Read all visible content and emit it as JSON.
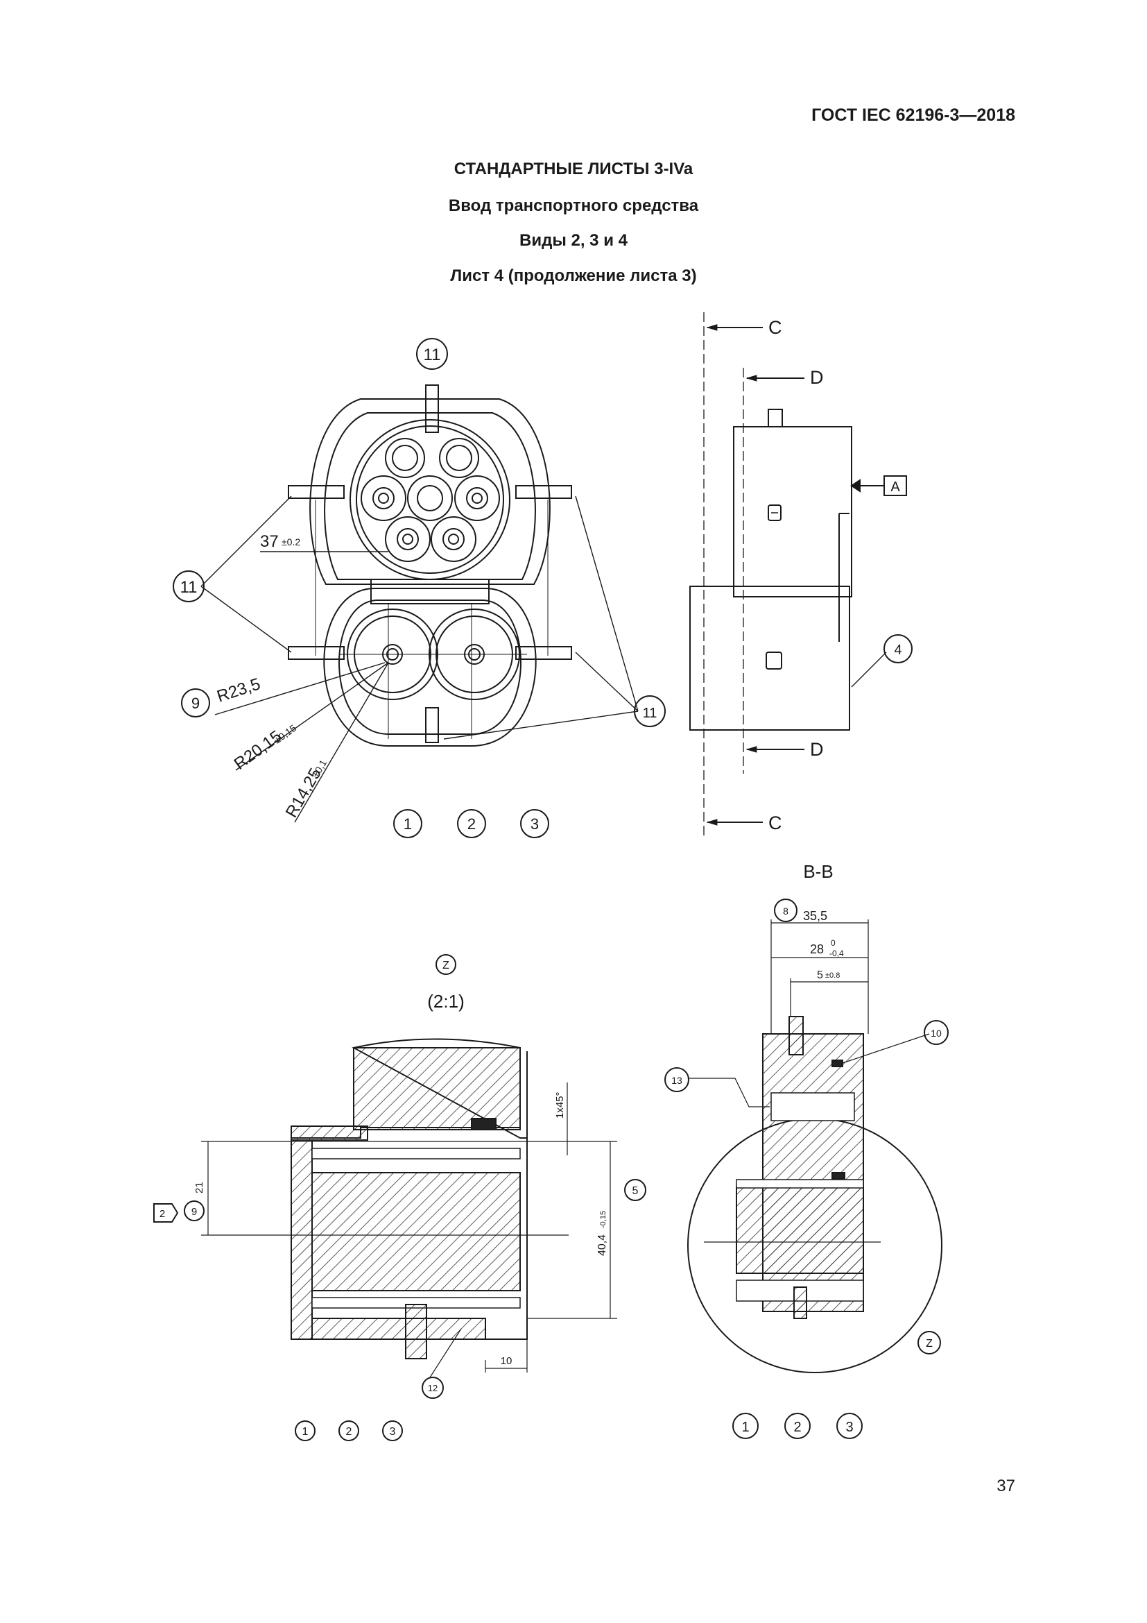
{
  "header": {
    "standard_number": "ГОСТ IEC 62196-3—2018",
    "sheet_title": "СТАНДАРТНЫЕ ЛИСТЫ 3-IVa",
    "subject": "Ввод транспортного средства",
    "views": "Виды 2, 3 и 4",
    "sheet_info": "Лист 4 (продолжение листа 3)"
  },
  "front_view": {
    "callout_top": "11",
    "callout_left": "11",
    "callout_right": "11",
    "callout_radius": "9",
    "dim_width": "37",
    "dim_width_tol": "±0.2",
    "radius_outer": "R23,5",
    "radius_mid": "R20,15",
    "radius_mid_tol": "±0,15",
    "radius_inner": "R14,25",
    "radius_inner_tol": "±0,1",
    "variants": [
      "1",
      "2",
      "3"
    ]
  },
  "side_view": {
    "section_c_top": "C",
    "section_d_top": "D",
    "section_d_bottom": "D",
    "section_c_bottom": "C",
    "datum": "A",
    "callout_part": "4"
  },
  "detail_z": {
    "label": "Z",
    "scale": "(2:1)",
    "chamfer": "1x45°",
    "datum_ref": "2",
    "callout_dia": "9",
    "dim_21": "21",
    "dim_404": "40,4",
    "dim_404_tol": "-0,15",
    "callout_5": "5",
    "dim_10": "10",
    "callout_12": "12",
    "variants": [
      "1",
      "2",
      "3"
    ]
  },
  "section_bb": {
    "label": "B-B",
    "callout_8": "8",
    "dim_355": "35,5",
    "dim_28": "28",
    "dim_28_upper": "0",
    "dim_28_lower": "-0,4",
    "dim_5": "5",
    "dim_5_tol": "±0.8",
    "callout_10": "10",
    "callout_13": "13",
    "detail_label": "Z",
    "variants": [
      "1",
      "2",
      "3"
    ]
  },
  "page_number": "37"
}
